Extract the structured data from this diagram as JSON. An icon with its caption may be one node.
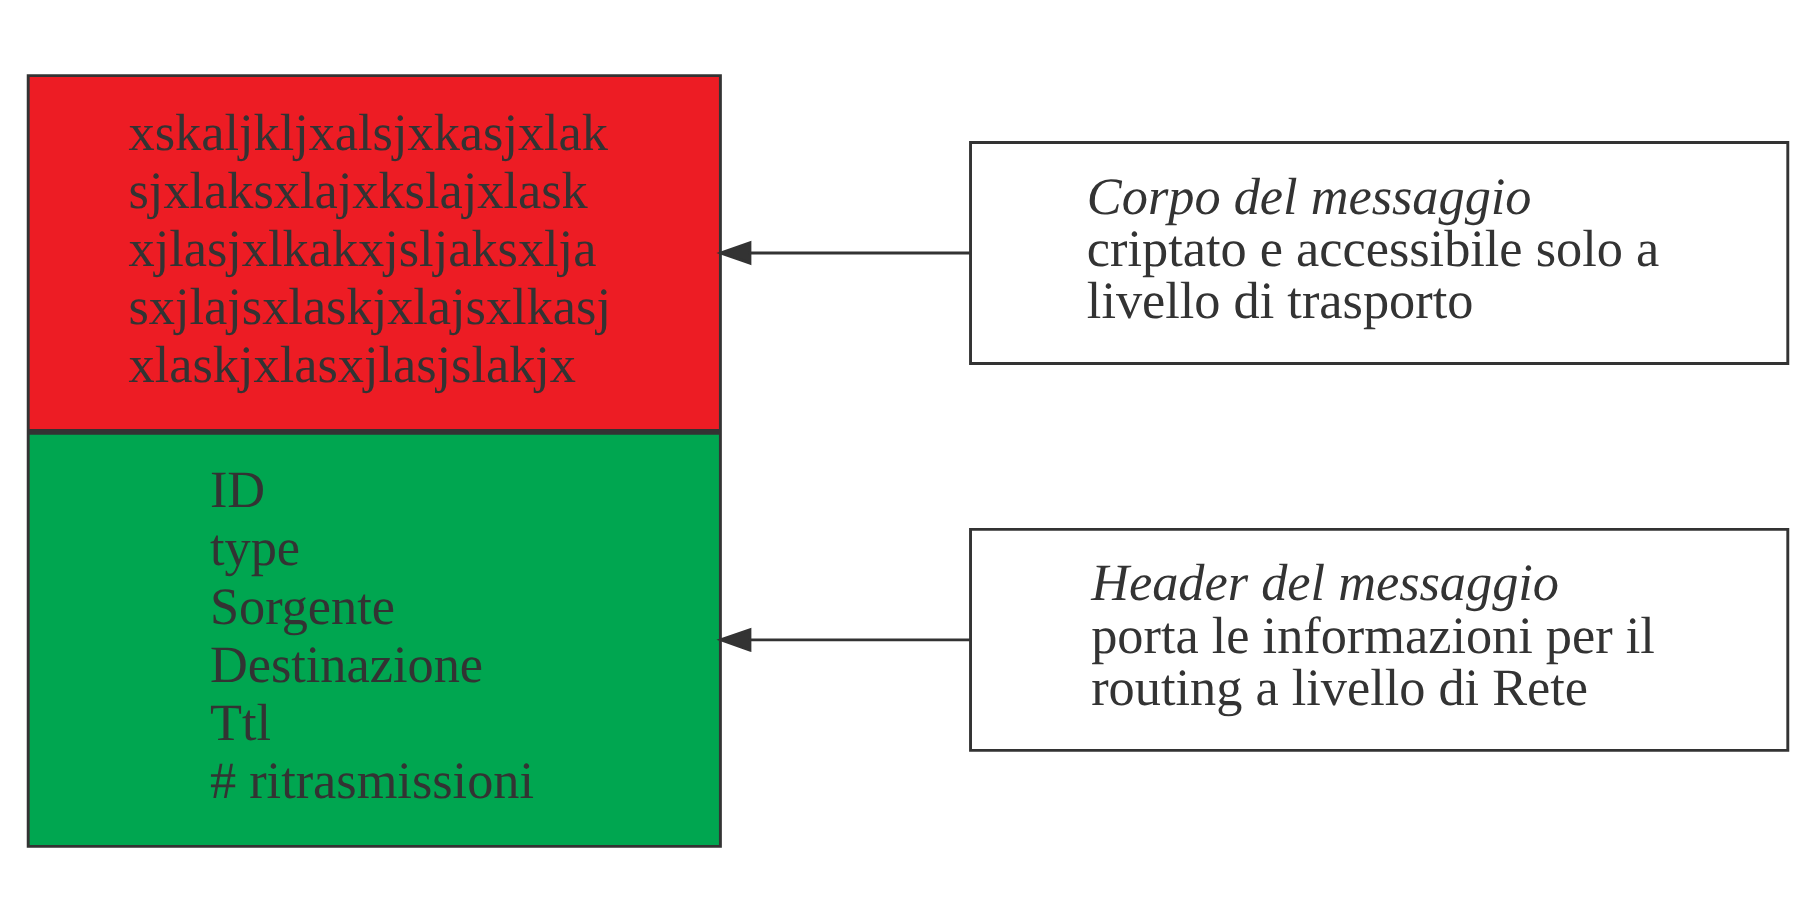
{
  "diagram": {
    "nodes": [
      {
        "text": [
          "xskaljkljxalsjxkasjxlak sjxlaksxlajxkslajxlask xjlasjxlkakxjsljaksxlja sxjlajsxlaskjxlajsxlkasj xlaskjxlasxjlasjslakjx"
        ]
      },
      {
        "text": [
          "ID",
          "type",
          "Sorgente",
          "Destinazione",
          "Ttl",
          "# ritrasmissioni"
        ]
      },
      {
        "text": [
          "Corpo del messaggio",
          "criptato e accessibile solo a livello di trasporto"
        ]
      },
      {
        "text": [
          "Header del messaggio",
          "porta le informazioni per il routing a livello di Rete"
        ]
      }
    ],
    "edges": [
      {
        "from": 2,
        "to": 0,
        "arrow": "to"
      },
      {
        "from": 3,
        "to": 1,
        "arrow": "to"
      }
    ]
  }
}
